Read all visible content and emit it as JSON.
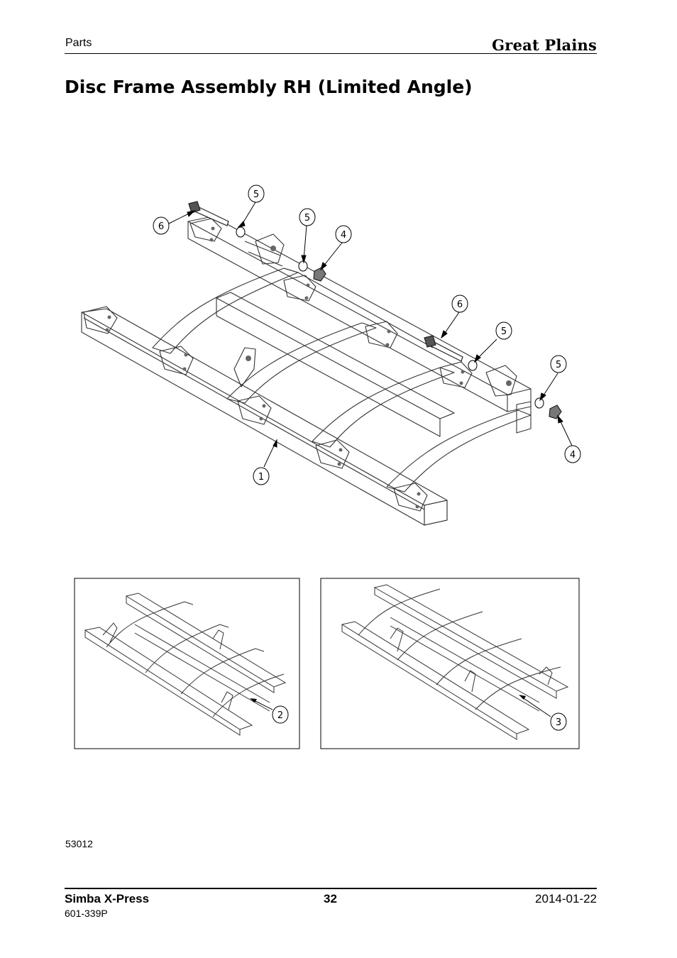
{
  "header": {
    "section": "Parts",
    "brand": "Great Plains"
  },
  "title": "Disc Frame Assembly RH (Limited Angle)",
  "callouts": {
    "main": [
      "5",
      "6",
      "5",
      "4",
      "6",
      "5",
      "5",
      "4",
      "1"
    ],
    "inset_left": "2",
    "inset_right": "3"
  },
  "image_code": "53012",
  "footer": {
    "product": "Simba X-Press",
    "page": "32",
    "date": "2014-01-22",
    "doc_number": "601-339P"
  }
}
